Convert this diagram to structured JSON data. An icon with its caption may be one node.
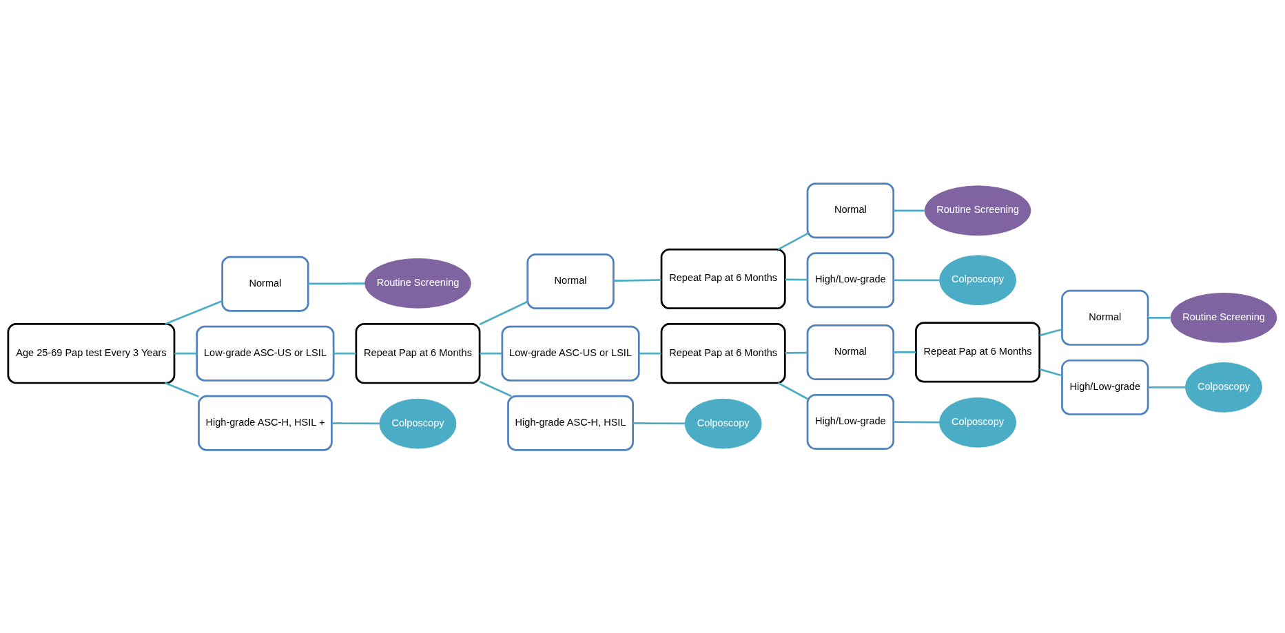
{
  "diagram": {
    "nodes": [
      {
        "text": [
          "Age 25-69 Pap test Every 3 Years"
        ]
      },
      {
        "text": [
          "Normal"
        ]
      },
      {
        "text": [
          "Routine Screening"
        ]
      },
      {
        "text": [
          "Low-grade ASC-US or LSIL"
        ]
      },
      {
        "text": [
          "Repeat Pap at 6 Months"
        ]
      },
      {
        "text": [
          "High-grade ASC-H, HSIL +"
        ]
      },
      {
        "text": [
          "Colposcopy"
        ]
      },
      {
        "text": [
          "Normal"
        ]
      },
      {
        "text": [
          "Repeat Pap at 6 Months"
        ]
      },
      {
        "text": [
          "Normal"
        ]
      },
      {
        "text": [
          "Routine Screening"
        ]
      },
      {
        "text": [
          "High/Low-grade"
        ]
      },
      {
        "text": [
          "Colposcopy"
        ]
      },
      {
        "text": [
          "Low-grade ASC-US or LSIL"
        ]
      },
      {
        "text": [
          "Repeat Pap at 6 Months"
        ]
      },
      {
        "text": [
          "Normal"
        ]
      },
      {
        "text": [
          "Repeat Pap at 6 Months"
        ]
      },
      {
        "text": [
          "Normal"
        ]
      },
      {
        "text": [
          "Routine Screening"
        ]
      },
      {
        "text": [
          "High/Low-grade"
        ]
      },
      {
        "text": [
          "Colposcopy"
        ]
      },
      {
        "text": [
          "High/Low-grade"
        ]
      },
      {
        "text": [
          "Colposcopy"
        ]
      },
      {
        "text": [
          "High-grade ASC-H, HSIL"
        ]
      },
      {
        "text": [
          "Colposcopy"
        ]
      }
    ],
    "edges": [
      {
        "from": 0,
        "to": 1,
        "arrow": "none"
      },
      {
        "from": 0,
        "to": 3,
        "arrow": "none"
      },
      {
        "from": 0,
        "to": 5,
        "arrow": "none"
      },
      {
        "from": 1,
        "to": 2,
        "arrow": "none"
      },
      {
        "from": 3,
        "to": 4,
        "arrow": "none"
      },
      {
        "from": 5,
        "to": 6,
        "arrow": "none"
      },
      {
        "from": 4,
        "to": 7,
        "arrow": "none"
      },
      {
        "from": 4,
        "to": 13,
        "arrow": "none"
      },
      {
        "from": 4,
        "to": 23,
        "arrow": "none"
      },
      {
        "from": 7,
        "to": 8,
        "arrow": "none"
      },
      {
        "from": 8,
        "to": 9,
        "arrow": "none"
      },
      {
        "from": 8,
        "to": 11,
        "arrow": "none"
      },
      {
        "from": 9,
        "to": 10,
        "arrow": "none"
      },
      {
        "from": 11,
        "to": 12,
        "arrow": "none"
      },
      {
        "from": 13,
        "to": 14,
        "arrow": "none"
      },
      {
        "from": 14,
        "to": 15,
        "arrow": "none"
      },
      {
        "from": 14,
        "to": 21,
        "arrow": "none"
      },
      {
        "from": 15,
        "to": 16,
        "arrow": "none"
      },
      {
        "from": 16,
        "to": 17,
        "arrow": "none"
      },
      {
        "from": 16,
        "to": 19,
        "arrow": "none"
      },
      {
        "from": 17,
        "to": 18,
        "arrow": "none"
      },
      {
        "from": 19,
        "to": 20,
        "arrow": "none"
      },
      {
        "from": 21,
        "to": 22,
        "arrow": "none"
      },
      {
        "from": 23,
        "to": 24,
        "arrow": "none"
      }
    ]
  }
}
